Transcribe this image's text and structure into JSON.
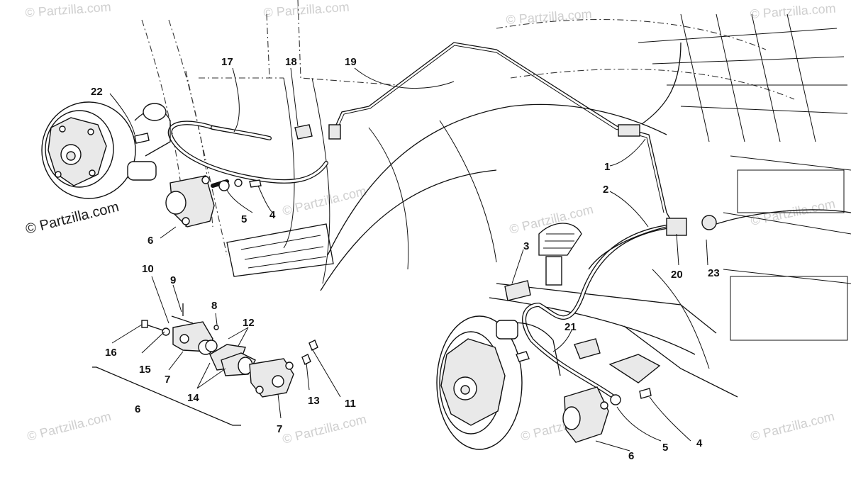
{
  "watermarks": {
    "faded": "© Partzilla.com",
    "main": "© Partzilla.com"
  },
  "callouts": [
    "1",
    "2",
    "3",
    "4",
    "4",
    "5",
    "5",
    "6",
    "6",
    "6",
    "7",
    "7",
    "8",
    "9",
    "10",
    "11",
    "12",
    "13",
    "14",
    "15",
    "16",
    "17",
    "18",
    "19",
    "20",
    "21",
    "22",
    "23"
  ]
}
